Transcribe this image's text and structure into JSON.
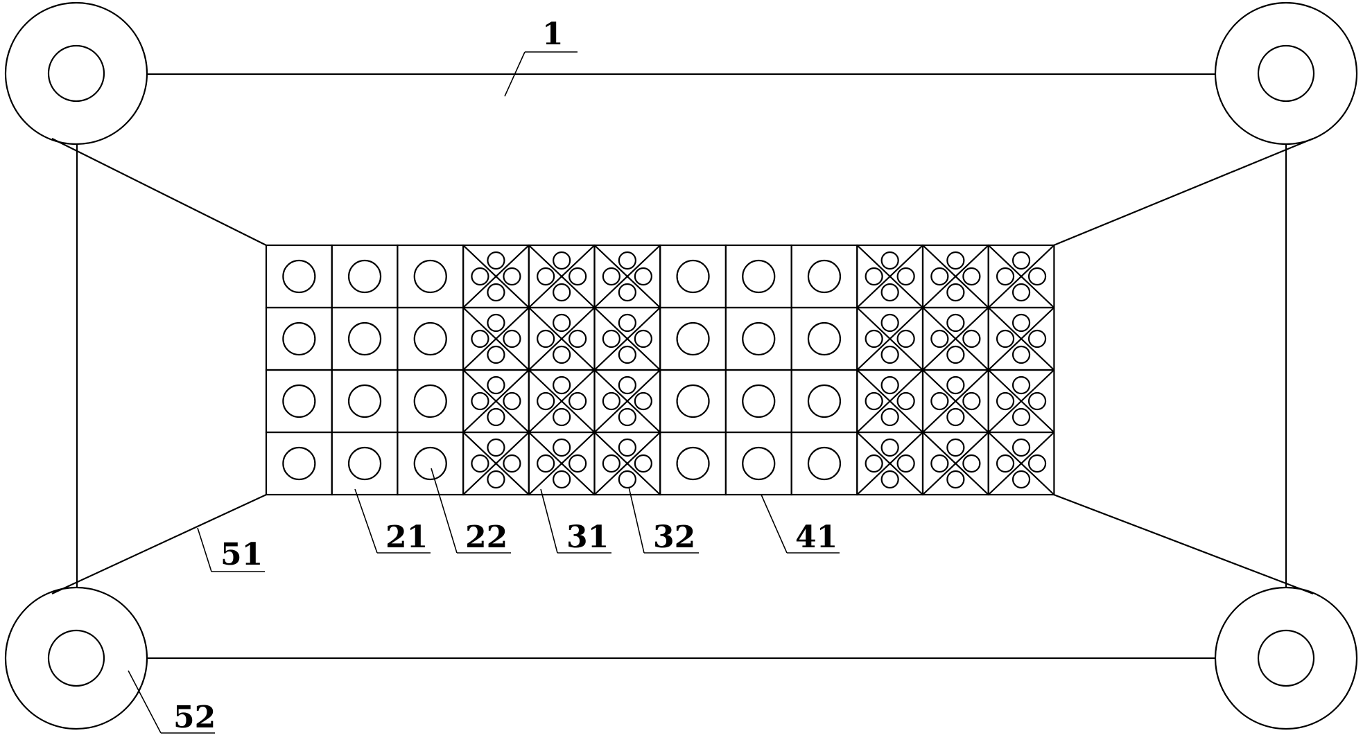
{
  "diagram": {
    "labels": {
      "frame": "1",
      "plain_panel": "21",
      "plain_hole": "22",
      "cross_panel": "31",
      "cross_hole": "32",
      "grid_edge": "41",
      "cable": "51",
      "pulley": "52"
    },
    "grid": {
      "rows": 4,
      "column_pattern": [
        "plain",
        "plain",
        "plain",
        "cross",
        "cross",
        "cross",
        "plain",
        "plain",
        "plain",
        "cross",
        "cross",
        "cross"
      ]
    }
  }
}
